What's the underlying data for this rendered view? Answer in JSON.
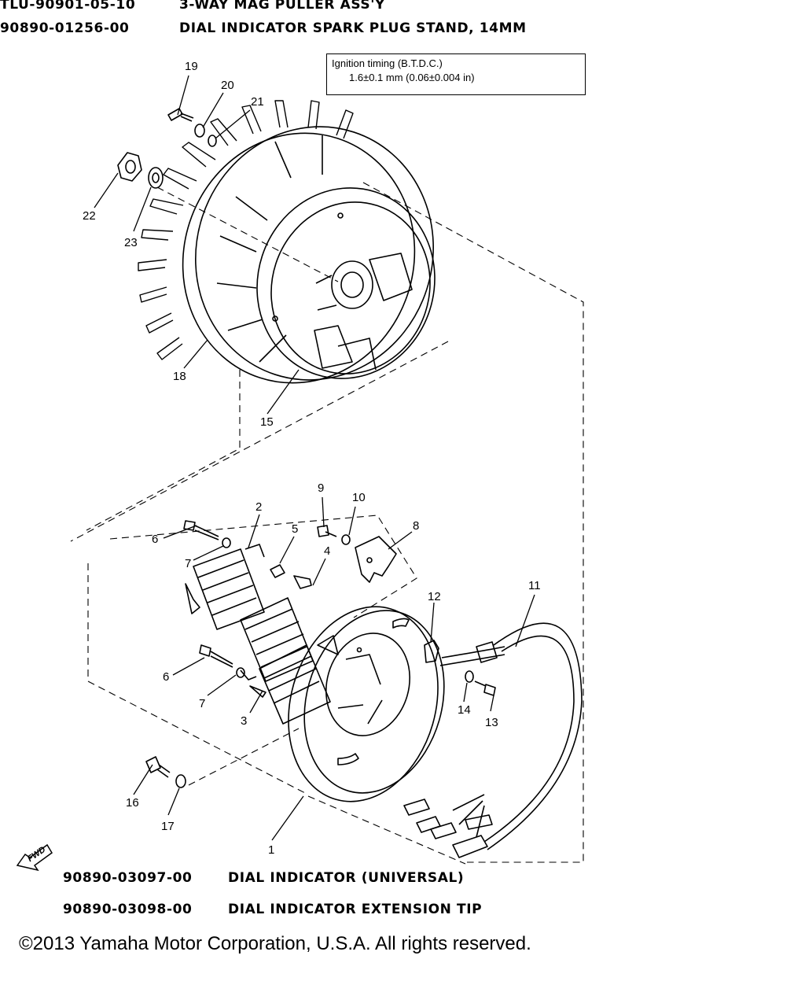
{
  "tools_top": [
    {
      "part_no": "TLU-90901-05-10",
      "name": "3-WAY MAG PULLER ASS'Y"
    },
    {
      "part_no": "90890-01256-00",
      "name": "DIAL INDICATOR SPARK PLUG STAND, 14MM"
    }
  ],
  "spec_box": {
    "line1": "Ignition timing (B.T.D.C.)",
    "line2": "1.6±0.1 mm (0.06±0.004 in)"
  },
  "callouts": [
    "1",
    "2",
    "3",
    "4",
    "5",
    "6",
    "6",
    "7",
    "7",
    "8",
    "9",
    "10",
    "11",
    "12",
    "13",
    "14",
    "15",
    "16",
    "17",
    "18",
    "19",
    "20",
    "21",
    "22",
    "23"
  ],
  "fwd_label": "FWD",
  "tools_bottom": [
    {
      "part_no": "90890-03097-00",
      "name": "DIAL INDICATOR (UNIVERSAL)"
    },
    {
      "part_no": "90890-03098-00",
      "name": "DIAL INDICATOR EXTENSION TIP"
    }
  ],
  "copyright": "©2013 Yamaha Motor Corporation, U.S.A. All rights reserved."
}
